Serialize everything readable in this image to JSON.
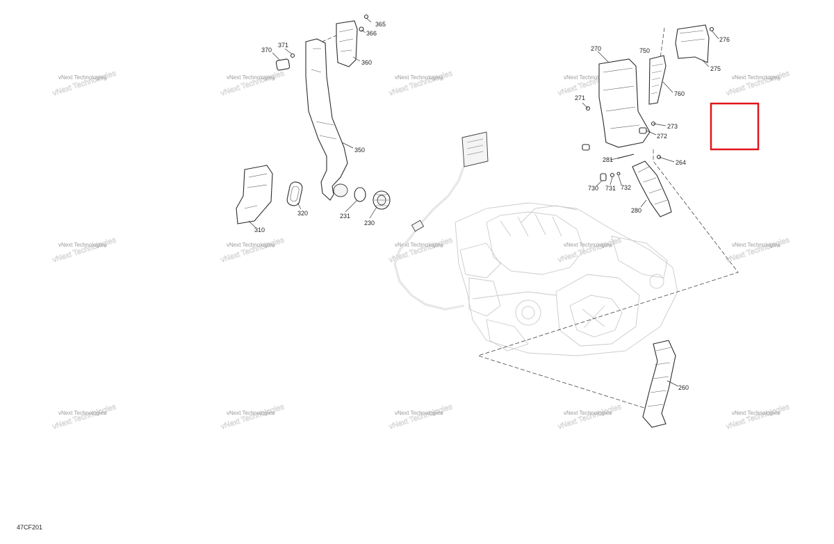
{
  "diagram": {
    "code": "47CF201",
    "watermark": "vNext Technologies",
    "highlight_color": "#e0141b",
    "callouts": {
      "c365": "365",
      "c366": "366",
      "c360": "360",
      "c370": "370",
      "c371": "371",
      "c350": "350",
      "c310": "310",
      "c320": "320",
      "c231": "231",
      "c230": "230",
      "c270": "270",
      "c750": "750",
      "c276": "276",
      "c275": "275",
      "c760": "760",
      "c271": "271",
      "c273": "273",
      "c272": "272",
      "c264": "264",
      "c281": "281",
      "c730": "730",
      "c731": "731",
      "c732": "732",
      "c280": "280",
      "c260": "260"
    }
  }
}
